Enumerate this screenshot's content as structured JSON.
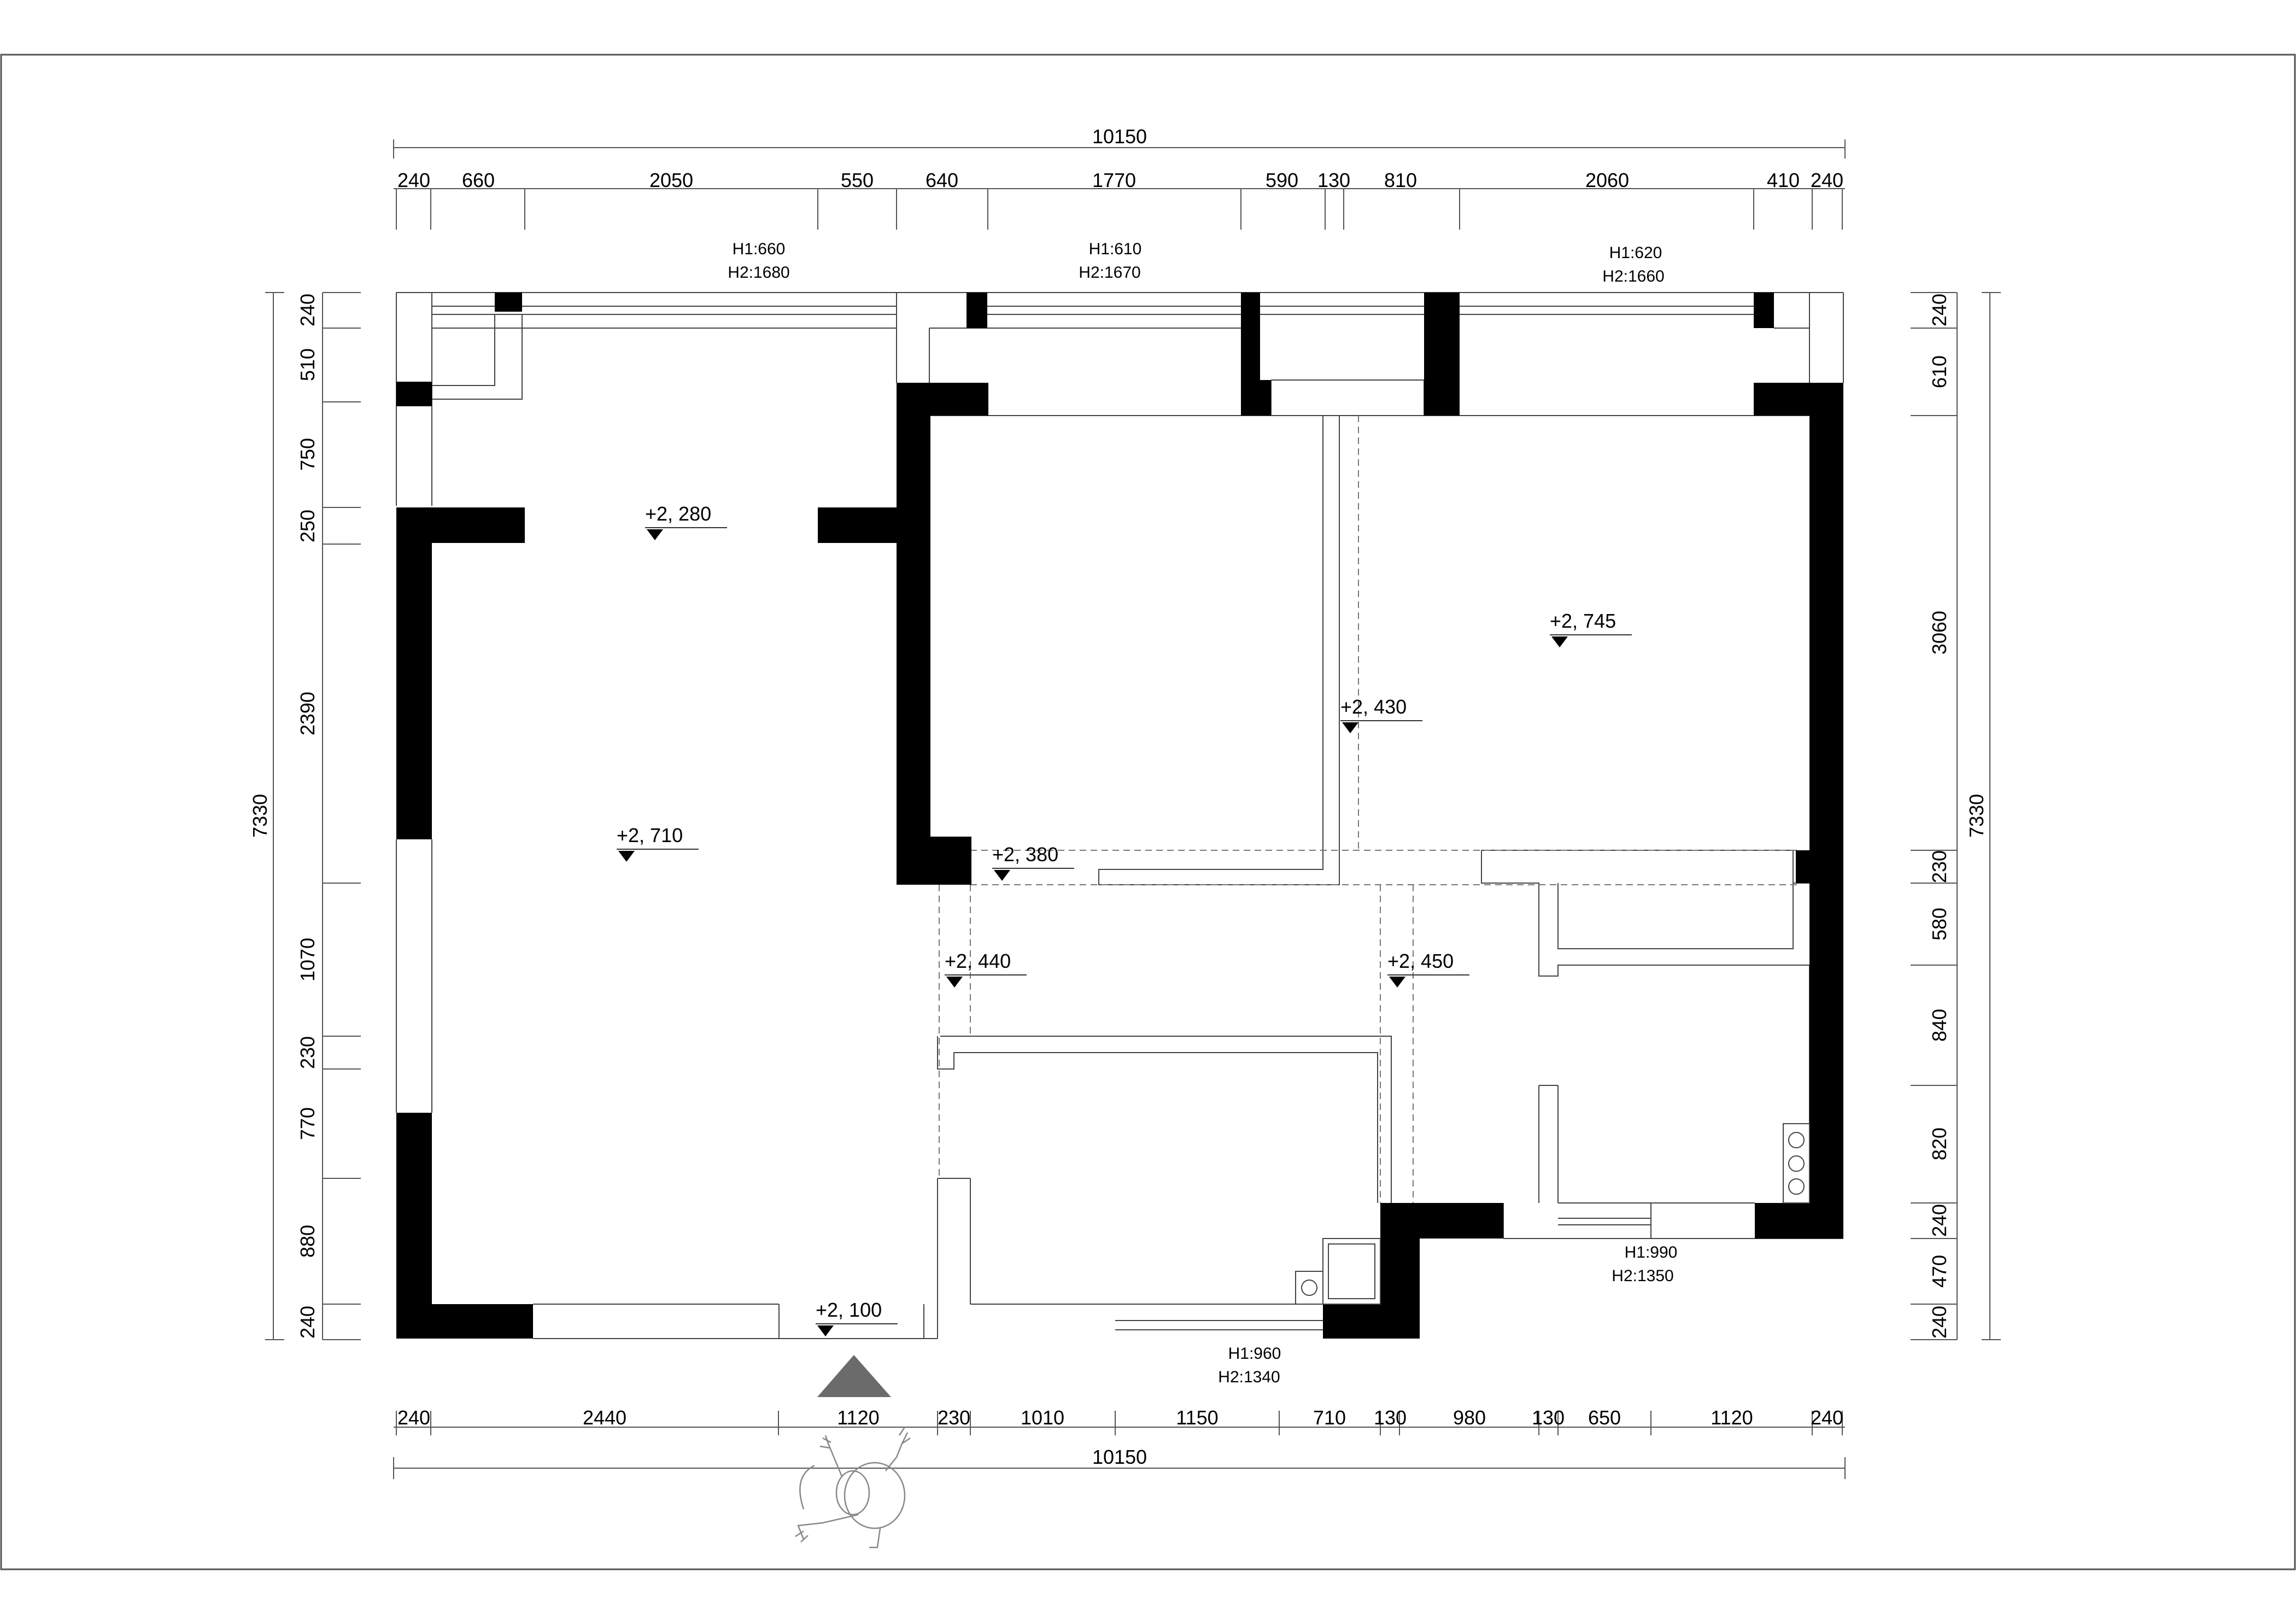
{
  "dimensions": {
    "top_total": "10150",
    "bottom_total": "10150",
    "left_total": "7330",
    "right_total": "7330",
    "top": [
      "240",
      "660",
      "2050",
      "550",
      "640",
      "1770",
      "590",
      "130",
      "810",
      "2060",
      "410",
      "240"
    ],
    "bottom": [
      "240",
      "2440",
      "1120",
      "230",
      "1010",
      "1150",
      "710",
      "130",
      "980",
      "130",
      "650",
      "1120",
      "240"
    ],
    "left": [
      "240",
      "510",
      "750",
      "250",
      "2390",
      "1070",
      "230",
      "770",
      "880",
      "240"
    ],
    "right": [
      "240",
      "610",
      "3060",
      "230",
      "580",
      "840",
      "820",
      "240",
      "470",
      "240"
    ]
  },
  "window_notes": {
    "w1": {
      "h1": "H1:660",
      "h2": "H2:1680"
    },
    "w2": {
      "h1": "H1:610",
      "h2": "H2:1670"
    },
    "w3": {
      "h1": "H1:620",
      "h2": "H2:1660"
    },
    "w4": {
      "h1": "H1:990",
      "h2": "H2:1350"
    },
    "w5": {
      "h1": "H1:960",
      "h2": "H2:1340"
    }
  },
  "levels": [
    "+2, 280",
    "+2, 710",
    "+2, 745",
    "+2, 430",
    "+2, 380",
    "+2, 440",
    "+2, 450",
    "+2, 100"
  ],
  "icons": [
    "entrance-arrow-icon",
    "person-figure-icon",
    "sink-icon",
    "stove-burners-icon"
  ]
}
